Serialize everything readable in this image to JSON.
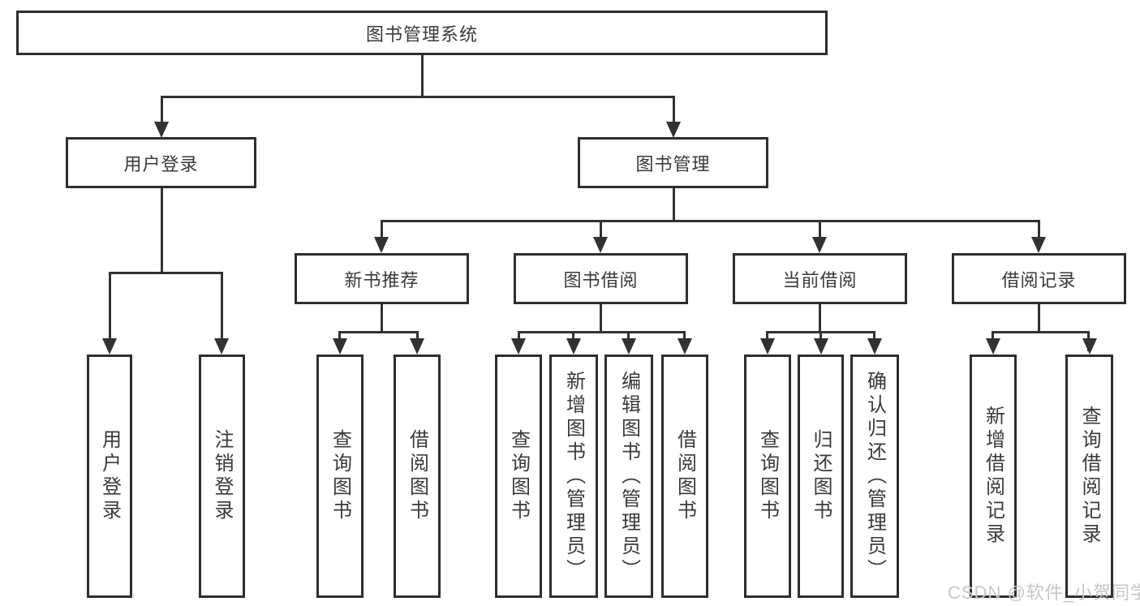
{
  "diagram": {
    "title": "图书管理系统",
    "type": "hierarchy-tree",
    "colors": {
      "line": "#323232",
      "border": "#2e2e2e",
      "text": "#3a3a3a",
      "background": "#ffffff",
      "watermark": "#c6c6c6"
    },
    "watermark": "CSDN @软件_小贺同学"
  },
  "nodes": {
    "root": "图书管理系统",
    "level2": [
      "用户登录",
      "图书管理"
    ],
    "level3": [
      "新书推荐",
      "图书借阅",
      "当前借阅",
      "借阅记录"
    ],
    "leaves_user_login": [
      "用户登录",
      "注销登录"
    ],
    "leaves_new_book": [
      "查询图书",
      "借阅图书"
    ],
    "leaves_book_borrow": [
      "查询图书",
      "新增图书（管理员）",
      "编辑图书（管理员）",
      "借阅图书"
    ],
    "leaves_current_borrow": [
      "查询图书",
      "归还图书",
      "确认归还（管理员）"
    ],
    "leaves_borrow_record": [
      "新增借阅记录",
      "查询借阅记录"
    ]
  },
  "structure": {
    "图书管理系统": [
      "用户登录",
      "图书管理"
    ],
    "用户登录": [
      "用户登录",
      "注销登录"
    ],
    "图书管理": [
      "新书推荐",
      "图书借阅",
      "当前借阅",
      "借阅记录"
    ],
    "新书推荐": [
      "查询图书",
      "借阅图书"
    ],
    "图书借阅": [
      "查询图书",
      "新增图书（管理员）",
      "编辑图书（管理员）",
      "借阅图书"
    ],
    "当前借阅": [
      "查询图书",
      "归还图书",
      "确认归还（管理员）"
    ],
    "借阅记录": [
      "新增借阅记录",
      "查询借阅记录"
    ]
  }
}
